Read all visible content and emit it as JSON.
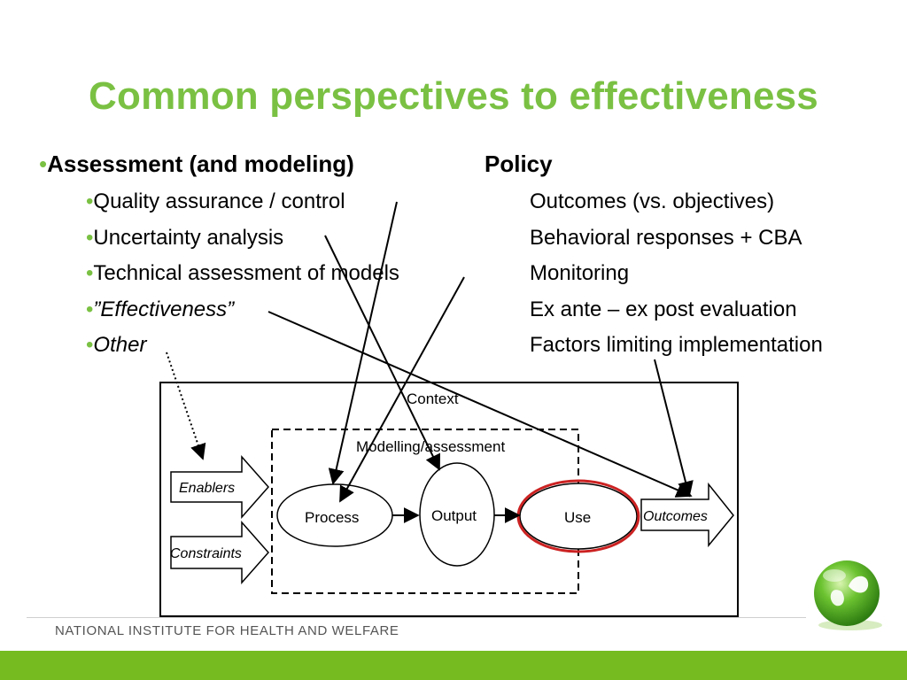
{
  "slide": {
    "title": "Common perspectives to effectiveness",
    "footer": "NATIONAL INSTITUTE FOR HEALTH AND WELFARE"
  },
  "left": {
    "heading": "Assessment (and modeling)",
    "items": [
      {
        "text": "Quality assurance / control",
        "italic": false
      },
      {
        "text": "Uncertainty analysis",
        "italic": false
      },
      {
        "text": "Technical assessment of models",
        "italic": false
      },
      {
        "text": "”Effectiveness”",
        "italic": true
      },
      {
        "text": "Other",
        "italic": true
      }
    ]
  },
  "right": {
    "heading": "Policy",
    "items": [
      "Outcomes (vs. objectives)",
      "Behavioral responses + CBA",
      "Monitoring",
      "Ex ante – ex post evaluation",
      "Factors limiting implementation"
    ]
  },
  "diagram": {
    "context_label": "Context",
    "modelling_label": "Modelling/assessment",
    "enablers_label": "Enablers",
    "constraints_label": "Constraints",
    "process_label": "Process",
    "output_label": "Output",
    "use_label": "Use",
    "outcomes_label": "Outcomes"
  },
  "colors": {
    "title_green": "#7ac143",
    "bar_green": "#76bc21",
    "use_highlight": "#cc2222"
  },
  "icons": [
    "bullet-dot",
    "thl-logo-sphere-icon"
  ]
}
